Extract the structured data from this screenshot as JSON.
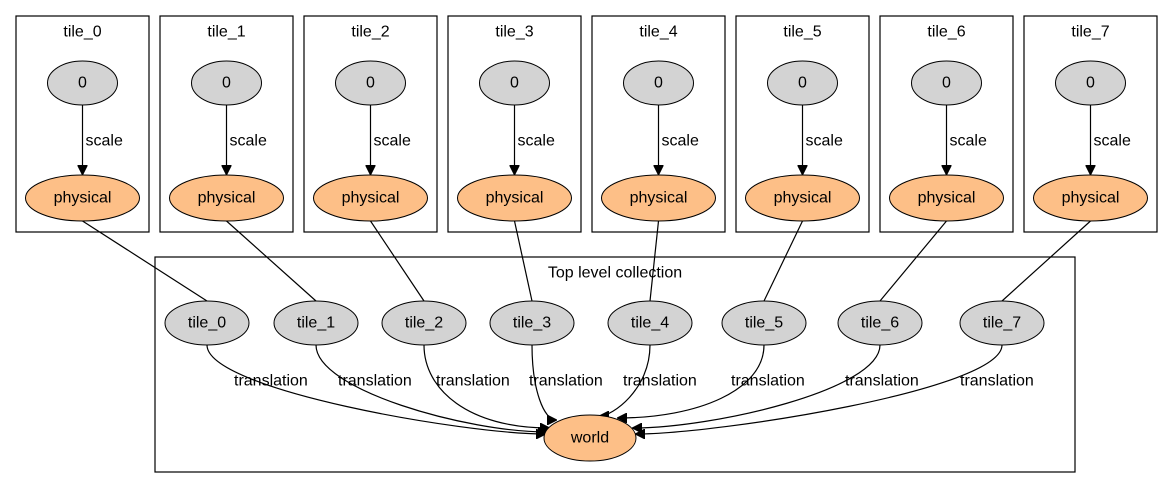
{
  "tiles": [
    {
      "cluster_label": "tile_0",
      "source_node": "0",
      "edge_label": "scale",
      "target_node": "physical"
    },
    {
      "cluster_label": "tile_1",
      "source_node": "0",
      "edge_label": "scale",
      "target_node": "physical"
    },
    {
      "cluster_label": "tile_2",
      "source_node": "0",
      "edge_label": "scale",
      "target_node": "physical"
    },
    {
      "cluster_label": "tile_3",
      "source_node": "0",
      "edge_label": "scale",
      "target_node": "physical"
    },
    {
      "cluster_label": "tile_4",
      "source_node": "0",
      "edge_label": "scale",
      "target_node": "physical"
    },
    {
      "cluster_label": "tile_5",
      "source_node": "0",
      "edge_label": "scale",
      "target_node": "physical"
    },
    {
      "cluster_label": "tile_6",
      "source_node": "0",
      "edge_label": "scale",
      "target_node": "physical"
    },
    {
      "cluster_label": "tile_7",
      "source_node": "0",
      "edge_label": "scale",
      "target_node": "physical"
    }
  ],
  "top_level": {
    "label": "Top level collection",
    "nodes": [
      "tile_0",
      "tile_1",
      "tile_2",
      "tile_3",
      "tile_4",
      "tile_5",
      "tile_6",
      "tile_7"
    ],
    "edge_label": "translation",
    "target": "world"
  },
  "colors": {
    "gray_node": "#d3d3d3",
    "orange_node": "#fdbf87",
    "stroke": "#000000"
  }
}
